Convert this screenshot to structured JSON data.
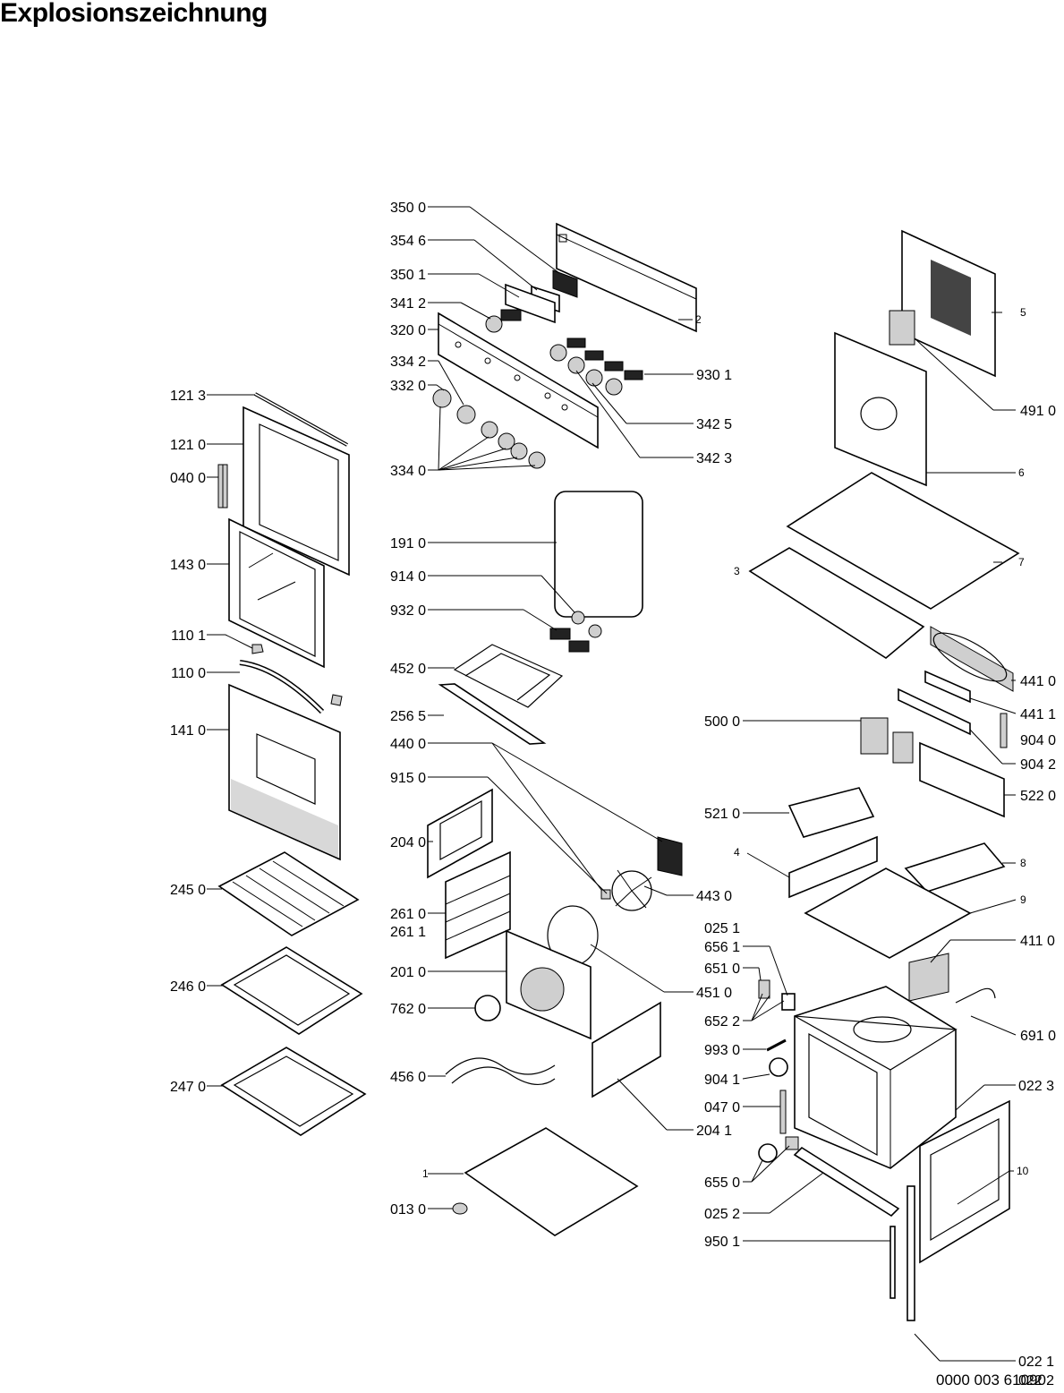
{
  "title": "Explosionszeichnung",
  "document_number": "0000 003 61090",
  "left_labels": [
    "121 3",
    "121 0",
    "040 0",
    "143 0",
    "110 1",
    "110 0",
    "141 0",
    "245 0",
    "246 0",
    "247 0"
  ],
  "center_labels": [
    "350 0",
    "354 6",
    "350 1",
    "341 2",
    "320 0",
    "334 2",
    "332 0",
    "334 0",
    "191 0",
    "914 0",
    "932 0",
    "452 0",
    "256 5",
    "440 0",
    "915 0",
    "204 0",
    "261 0",
    "261 1",
    "201 0",
    "762 0",
    "456 0",
    "013 0"
  ],
  "center_small_labels": [
    "2",
    "1"
  ],
  "center_right_labels": [
    "930 1",
    "342 5",
    "342 3",
    "443 0",
    "451 0",
    "204 1",
    "500 0",
    "521 0",
    "025 1",
    "656 1",
    "651 0",
    "652 2",
    "993 0",
    "904 1",
    "047 0",
    "655 0",
    "025 2",
    "950 1"
  ],
  "right_labels": [
    "491 0",
    "441 0",
    "441 1",
    "904 0",
    "904 2",
    "522 0",
    "411 0",
    "691 0",
    "022 3",
    "022 1",
    "022 2"
  ],
  "right_small_labels": [
    "5",
    "6",
    "7",
    "3",
    "4",
    "8",
    "9",
    "10"
  ]
}
